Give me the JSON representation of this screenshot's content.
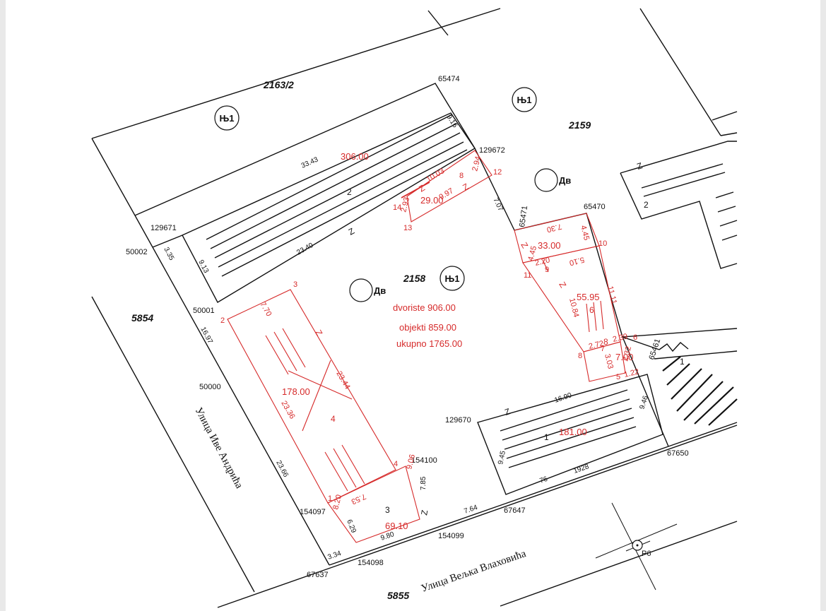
{
  "parcels": {
    "p2163_2": "2163/2",
    "p2159": "2159",
    "p2158": "2158",
    "p5854": "5854",
    "p5855": "5855"
  },
  "streets": {
    "ive_andrica": "Улица Иве Андрића",
    "veljka_vlahovica": "Улица Вељка Влаховића"
  },
  "markers": {
    "nj1": "Њ1",
    "dv": "Дв",
    "p6": "P6"
  },
  "summary": {
    "dvoriste": "dvoriste 906.00",
    "objekti": "objekti 859.00",
    "ukupno": "ukupno 1765.00"
  },
  "points": {
    "p65474": "65474",
    "p129672": "129672",
    "p129671": "129671",
    "p50002": "50002",
    "p50001": "50001",
    "p50000": "50000",
    "p65471": "65471",
    "p65470": "65470",
    "p65461": "65461",
    "p129670": "129670",
    "p67650": "67650",
    "p154100": "154100",
    "p154097": "154097",
    "p154099": "154099",
    "p67647": "67647",
    "p67637": "67637",
    "p154098": "154098"
  },
  "vertices": {
    "v1": "1",
    "v2": "2",
    "v3": "3",
    "v4": "4",
    "v5": "5",
    "v6": "6",
    "v7": "7",
    "v8": "8",
    "v9": "9",
    "v10": "10",
    "v11": "11",
    "v12": "12",
    "v13": "13",
    "v14": "14",
    "v8b": "8"
  },
  "areas": {
    "a306": "306.00",
    "a29": "29.00",
    "a33": "33.00",
    "a55": "55.95",
    "a7": "7.00",
    "a178": "178.00",
    "a181": "181.00",
    "a69": "69.10"
  },
  "building_numbers": {
    "b2": "2",
    "b2r": "2",
    "b1": "1",
    "b1r": "1",
    "b3": "3",
    "b4": "4",
    "b6": "6",
    "b8": "8"
  },
  "dimensions": {
    "d3343": "33.43",
    "d916": "9.16",
    "d2340": "23.40",
    "d335": "3.35",
    "d913": "9.13",
    "d1697": "16.97",
    "d2366": "23.66",
    "d1003": "10.03",
    "d294": "2.94",
    "d293": "2.93",
    "d997": "9.97",
    "d707": "7.07",
    "d730": "7.30",
    "d445a": "4.45",
    "d445b": "4.45",
    "d220": "2.20",
    "d510": "5.10",
    "d1084": "10.84",
    "d1111": "11.11",
    "d239": "2.39",
    "d272": "2.72",
    "d232": "2.32",
    "d303": "3.03",
    "d122": "1.22",
    "d770": "7.70",
    "d2344": "23.44",
    "d2336": "23.36",
    "d906": "9.06",
    "d820": "8.20",
    "d753": "7.53",
    "d785": "7.85",
    "d629": "6.29",
    "d334": "3.34",
    "d980": "9.80",
    "d764": "7.64",
    "d1690": "16.90",
    "d945": "9.45",
    "d946": "9.46",
    "d76": "76",
    "d1928": "1928"
  },
  "z": "Z"
}
